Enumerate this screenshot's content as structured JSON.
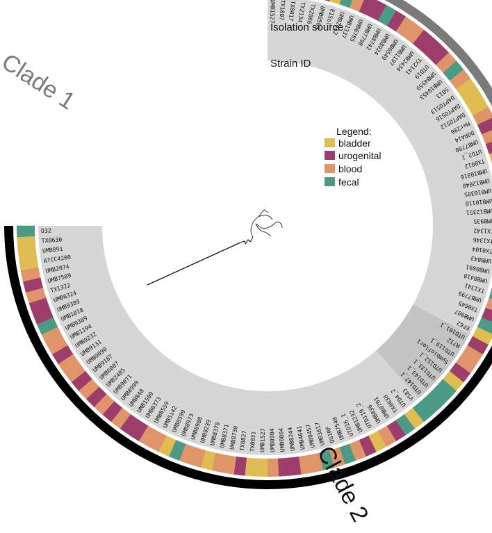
{
  "colors": {
    "bladder": "#e0bd52",
    "urogenital": "#9c3d6b",
    "blood": "#df9469",
    "fecal": "#4b9a86",
    "clade1": "#7a7a7a",
    "clade2": "#000000",
    "inner_disc": "#d6d6d6",
    "inner_disc_dark": "#c4c4c4"
  },
  "ring_labels": {
    "isolation_source": "Isolation source",
    "strain_id": "Strain ID"
  },
  "legend": {
    "title": "Legend:",
    "items": [
      {
        "key": "bladder",
        "label": "bladder"
      },
      {
        "key": "urogenital",
        "label": "urogenital"
      },
      {
        "key": "blood",
        "label": "blood"
      },
      {
        "key": "fecal",
        "label": "fecal"
      }
    ]
  },
  "clades": {
    "clade1": "Clade 1",
    "clade2": "Clade 2"
  },
  "strains": [
    {
      "id": "UMB1527",
      "source": "blood"
    },
    {
      "id": "TX1807",
      "source": "blood"
    },
    {
      "id": "TX0017",
      "source": "bladder"
    },
    {
      "id": "TX2134",
      "source": "bladder"
    },
    {
      "id": "TX2866",
      "source": "fecal"
    },
    {
      "id": "UMB0509",
      "source": "urogenital"
    },
    {
      "id": "E1Sol",
      "source": "bladder"
    },
    {
      "id": "UMB2412",
      "source": "fecal"
    },
    {
      "id": "UMB1337",
      "source": "blood"
    },
    {
      "id": "UMB6785",
      "source": "urogenital"
    },
    {
      "id": "UMB7798",
      "source": "urogenital"
    },
    {
      "id": "UMB8742",
      "source": "fecal"
    },
    {
      "id": "UMB8924",
      "source": "urogenital"
    },
    {
      "id": "UMB6549",
      "source": "blood"
    },
    {
      "id": "UMB1197",
      "source": "blood"
    },
    {
      "id": "UMB2434",
      "source": "urogenital"
    },
    {
      "id": "TX2141",
      "source": "urogenital"
    },
    {
      "id": "UTD19",
      "source": "urogenital"
    },
    {
      "id": "UMB4559",
      "source": "blood"
    },
    {
      "id": "UMB10453",
      "source": "fecal"
    },
    {
      "id": "SD13",
      "source": "blood"
    },
    {
      "id": "DAPTO513",
      "source": "bladder"
    },
    {
      "id": "DAPTO516",
      "source": "bladder"
    },
    {
      "id": "DAPTO512",
      "source": "bladder"
    },
    {
      "id": "Mer296",
      "source": "blood"
    },
    {
      "id": "DORA14",
      "source": "urogenital"
    },
    {
      "id": "UMB7780",
      "source": "blood"
    },
    {
      "id": "UTD2_1",
      "source": "urogenital"
    },
    {
      "id": "TX0012",
      "source": "bladder"
    },
    {
      "id": "UMB10316",
      "source": "blood"
    },
    {
      "id": "UMB12040",
      "source": "urogenital"
    },
    {
      "id": "UMB10305",
      "source": "blood"
    },
    {
      "id": "UMB10110",
      "source": "urogenital"
    },
    {
      "id": "UMB12351",
      "source": "urogenital"
    },
    {
      "id": "UMB935",
      "source": "blood"
    },
    {
      "id": "TX1342",
      "source": "fecal"
    },
    {
      "id": "TX1346",
      "source": "fecal"
    },
    {
      "id": "TX0104",
      "source": "fecal"
    },
    {
      "id": "UMB843",
      "source": "urogenital"
    },
    {
      "id": "UMB8091",
      "source": "blood"
    },
    {
      "id": "UMB8418",
      "source": "blood"
    },
    {
      "id": "TX1341",
      "source": "fecal"
    },
    {
      "id": "UMB7799",
      "source": "blood"
    },
    {
      "id": "TX0645",
      "source": "urogenital"
    },
    {
      "id": "UMB987",
      "source": "fecal"
    },
    {
      "id": "EF62",
      "source": "bladder"
    },
    {
      "id": "UTD101_1",
      "source": "urogenital"
    },
    {
      "id": "R712",
      "source": "blood"
    },
    {
      "id": "UTD119_1",
      "source": "blood"
    },
    {
      "id": "Symbioflor1",
      "source": "urogenital"
    },
    {
      "id": "UTD152_1",
      "source": "bladder"
    },
    {
      "id": "UTD133_1",
      "source": "fecal"
    },
    {
      "id": "UTD143_1",
      "source": "fecal"
    },
    {
      "id": "UTD147_1",
      "source": "fecal"
    },
    {
      "id": "V583",
      "source": "fecal"
    },
    {
      "id": "UTD4_2",
      "source": "bladder"
    },
    {
      "id": "TX0630",
      "source": "fecal"
    },
    {
      "id": "UMB0701",
      "source": "urogenital"
    },
    {
      "id": "UMB036",
      "source": "blood"
    },
    {
      "id": "UTD119_2",
      "source": "bladder"
    },
    {
      "id": "UMB1232",
      "source": "urogenital"
    },
    {
      "id": "UTD16_1",
      "source": "blood"
    },
    {
      "id": "UMB7540",
      "source": "fecal"
    },
    {
      "id": "OG1RF",
      "source": "blood"
    },
    {
      "id": "UMB3817",
      "source": "fecal"
    },
    {
      "id": "UMB8457",
      "source": "blood"
    },
    {
      "id": "UMB4641",
      "source": "blood"
    },
    {
      "id": "UMB8244",
      "source": "urogenital"
    },
    {
      "id": "UMB0804",
      "source": "urogenital"
    },
    {
      "id": "UMB8904",
      "source": "blood"
    },
    {
      "id": "UMB1527",
      "source": "bladder"
    },
    {
      "id": "TX0031",
      "source": "bladder"
    },
    {
      "id": "TX0827",
      "source": "urogenital"
    },
    {
      "id": "UMB8730",
      "source": "blood"
    },
    {
      "id": "UMB8371",
      "source": "blood"
    },
    {
      "id": "UMB8378",
      "source": "bladder"
    },
    {
      "id": "UMB9239",
      "source": "blood"
    },
    {
      "id": "UMB8988",
      "source": "blood"
    },
    {
      "id": "UMB8973",
      "source": "fecal"
    },
    {
      "id": "UMB8599",
      "source": "bladder"
    },
    {
      "id": "UMB5142",
      "source": "blood"
    },
    {
      "id": "UMB8559",
      "source": "blood"
    },
    {
      "id": "UMB0373",
      "source": "urogenital"
    },
    {
      "id": "UMB1509",
      "source": "urogenital"
    },
    {
      "id": "UMB848",
      "source": "blood"
    },
    {
      "id": "UMB8999",
      "source": "urogenital"
    },
    {
      "id": "UMB9071",
      "source": "blood"
    },
    {
      "id": "UMB2485",
      "source": "urogenital"
    },
    {
      "id": "UMB6007",
      "source": "blood"
    },
    {
      "id": "UMB9187",
      "source": "urogenital"
    },
    {
      "id": "UMB9090",
      "source": "blood"
    },
    {
      "id": "UMB9131",
      "source": "blood"
    },
    {
      "id": "UMB9232",
      "source": "urogenital"
    },
    {
      "id": "UMB1194",
      "source": "blood"
    },
    {
      "id": "UMB9389",
      "source": "blood"
    },
    {
      "id": "UMB1018",
      "source": "fecal"
    },
    {
      "id": "UMB9389",
      "source": "urogenital"
    },
    {
      "id": "UMB6324",
      "source": "urogenital"
    },
    {
      "id": "TX1322",
      "source": "blood"
    },
    {
      "id": "UMB7589",
      "source": "urogenital"
    },
    {
      "id": "UMB2074",
      "source": "blood"
    },
    {
      "id": "ATCC4200",
      "source": "bladder"
    },
    {
      "id": "UMB891",
      "source": "bladder"
    },
    {
      "id": "TX0630",
      "source": "bladder"
    },
    {
      "id": "D32",
      "source": "fecal"
    }
  ]
}
